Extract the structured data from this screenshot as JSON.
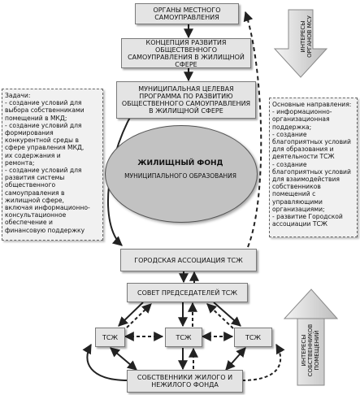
{
  "boxes": {
    "local_govt": "ОРГАНЫ МЕСТНОГО САМОУПРАВЛЕНИЯ",
    "concept": "КОНЦЕПЦИЯ РАЗВИТИЯ ОБЩЕСТВЕННОГО САМОУПРАВЛЕНИЯ В ЖИЛИЩНОЙ СФЕРЕ",
    "program": "МУНИЦИПАЛЬНАЯ ЦЕЛЕВАЯ ПРОГРАММА ПО РАЗВИТИЮ ОБЩЕСТВЕННОГО САМОУПРАВЛЕНИЯ В ЖИЛИЩНОЙ СФЕРЕ",
    "association": "ГОРОДСКАЯ АССОЦИАЦИЯ ТСЖ",
    "council": "СОВЕТ ПРЕДСЕДАТЕЛЕЙ ТСЖ",
    "tszh_left": "ТСЖ",
    "tszh_center": "ТСЖ",
    "tszh_right": "ТСЖ",
    "owners_line1": "СОБСТВЕННИКИ ЖИЛОГО И",
    "owners_line2": "НЕЖИЛОГО ФОНДА"
  },
  "ellipse": {
    "title": "ЖИЛИЩНЫЙ ФОНД",
    "subtitle": "МУНИЦИПАЛЬНОГО ОБРАЗОВАНИЯ"
  },
  "left_panel": {
    "lines": [
      "Задачи:",
      "- создание условий для",
      "выбора собственниками",
      "помещений в МКД;",
      "- создание условий для",
      "формирования",
      "конкурентной среды в",
      "сфере управления МКД,",
      "их содержания и",
      "ремонта;",
      "- создание условий для",
      "развития системы",
      "общественного",
      "самоуправления в",
      "жилищной сфере,",
      "включая информационно-",
      "консультационное",
      "обеспечение и",
      "финансовую поддержку"
    ]
  },
  "right_panel": {
    "lines": [
      "Основные направления:",
      "- информационно-",
      "организационная",
      "поддержка;",
      "- создание",
      "благоприятных условий",
      "для образования и",
      "деятельности ТСЖ",
      "- создание",
      "благоприятных условий",
      "для взаимодействия",
      "собственников",
      "помещений с",
      "управляющими",
      "организациями;",
      "- развитие Городской",
      "ассоциации ТСЖ"
    ]
  },
  "big_arrows": {
    "top_line1": "ИНТЕРЕСЫ",
    "top_line2": "ОРГАНОВ МСУ",
    "bottom_line1": "ИНТЕРЕСЫ",
    "bottom_line2": "СОБСТВЕННИКОВ",
    "bottom_line3": "ПОМЕЩЕНИЙ"
  }
}
